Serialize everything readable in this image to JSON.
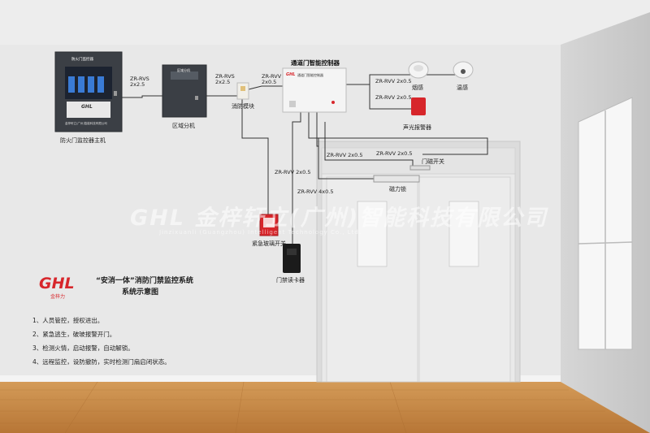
{
  "devices": {
    "fire_door_host": "防火门监控器主机",
    "host_screen_title": "防火门监控器",
    "host_brand": "GHL",
    "host_company": "金梓轩立(广州)智能科技有限公司",
    "zone_extension": "区域分机",
    "zone_screen_title": "区域分机",
    "fire_module": "消防模块",
    "controller": "通道门智能控制器",
    "controller_brand": "GHL",
    "controller_panel_text": "通道门智能控制器",
    "smoke_detector": "烟感",
    "heat_detector": "温感",
    "alarm": "声光报警器",
    "door_switch": "门磁开关",
    "mag_lock": "磁力锁",
    "glass_switch": "紧急玻璃开关",
    "card_reader": "门禁读卡器"
  },
  "cables": {
    "host_zone_1": "ZR-RVS",
    "host_zone_2": "2x2.5",
    "zone_module_1": "ZR-RVS",
    "zone_module_2": "2x2.5",
    "module_ctrl_1": "ZR-RVV",
    "module_ctrl_2": "2x0.5",
    "ctrl_smoke": "ZR-RVV 2x0.5",
    "ctrl_alarm": "ZR-RVV 2x0.5",
    "door_switch_1": "ZR-RVV 2x0.5",
    "door_switch_2": "ZR-RVV 2x0.5",
    "glass": "ZR-RVV 2x0.5",
    "reader": "ZR-RVV 4x0.5"
  },
  "title": {
    "logo": "GHL",
    "logo_sub": "金梓力",
    "line1": "“安消一体”消防门禁监控系统",
    "line2": "系统示意图"
  },
  "features": [
    "1、人员管控，授权进出。",
    "2、紧急逃生，破玻报警开门。",
    "3、检测火情，启动报警，自动解锁。",
    "4、远程监控，设防撤防，实时检测门扇启闭状态。"
  ],
  "watermark": {
    "logo": "GHL",
    "text": "金梓轩立(广州)智能科技有限公司",
    "sub": "Jinzixuanli (Guangzhou) Intelligent Technology Co., Ltd."
  },
  "colors": {
    "brand_red": "#d7262b",
    "wire": "#333333",
    "device_dark": "#3b3f45",
    "device_light": "#eeeeee"
  }
}
